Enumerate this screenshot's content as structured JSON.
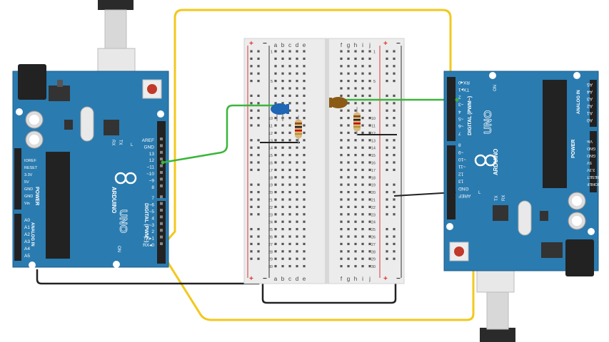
{
  "arduino_left": {
    "brand": "ARDUINO",
    "model": "UNO",
    "digital_header_label": "DIGITAL (PWM~)",
    "power_label": "POWER",
    "analog_label": "ANALOG IN",
    "on_label": "ON",
    "tx_label": "TX",
    "rx_label": "RX",
    "l_label": "L",
    "digital_pins": [
      "AREF",
      "GND",
      "13",
      "12",
      "~11",
      "~10",
      "~9",
      "8",
      "7",
      "~6",
      "~5",
      "4",
      "~3",
      "2",
      "TX▸1",
      "RX◂0"
    ],
    "power_pins": [
      "IOREF",
      "RESET",
      "3.3V",
      "5V",
      "GND",
      "GND",
      "Vin"
    ],
    "analog_pins": [
      "A0",
      "A1",
      "A2",
      "A3",
      "A4",
      "A5"
    ]
  },
  "arduino_right": {
    "brand": "ARDUINO",
    "model": "UNO",
    "digital_header_label": "DIGITAL (PWM~)",
    "power_label": "POWER",
    "analog_label": "ANALOG IN",
    "on_label": "ON",
    "tx_label": "TX",
    "rx_label": "RX",
    "l_label": "L",
    "digital_pins": [
      "RX◂0",
      "TX▸1",
      "2",
      "~3",
      "4",
      "~5",
      "~6",
      "7",
      "8",
      "~9",
      "~10",
      "~11",
      "12",
      "13",
      "GND",
      "AREF"
    ],
    "power_pins": [
      "IOREF",
      "RESET",
      "3.3V",
      "5V",
      "GND",
      "GND",
      "Vin"
    ],
    "analog_pins": [
      "A5",
      "A4",
      "A3",
      "A2",
      "A1",
      "A0"
    ]
  },
  "breadboard": {
    "columns_left": [
      "a",
      "b",
      "c",
      "d",
      "e"
    ],
    "columns_right": [
      "f",
      "g",
      "h",
      "i",
      "j"
    ],
    "rows": [
      1,
      5,
      10,
      11,
      12,
      13,
      14,
      15,
      16,
      17,
      18,
      19,
      20,
      21,
      22,
      23,
      24,
      25,
      26,
      27,
      28,
      29,
      30
    ],
    "plus": "+",
    "minus": "−"
  },
  "colors": {
    "board": "#2a7bb0",
    "wire_yellow": "#f2c81c",
    "wire_green": "#3bb53b",
    "wire_black": "#222222",
    "led_left": "#1f66b5",
    "led_right": "#8b5a14"
  }
}
